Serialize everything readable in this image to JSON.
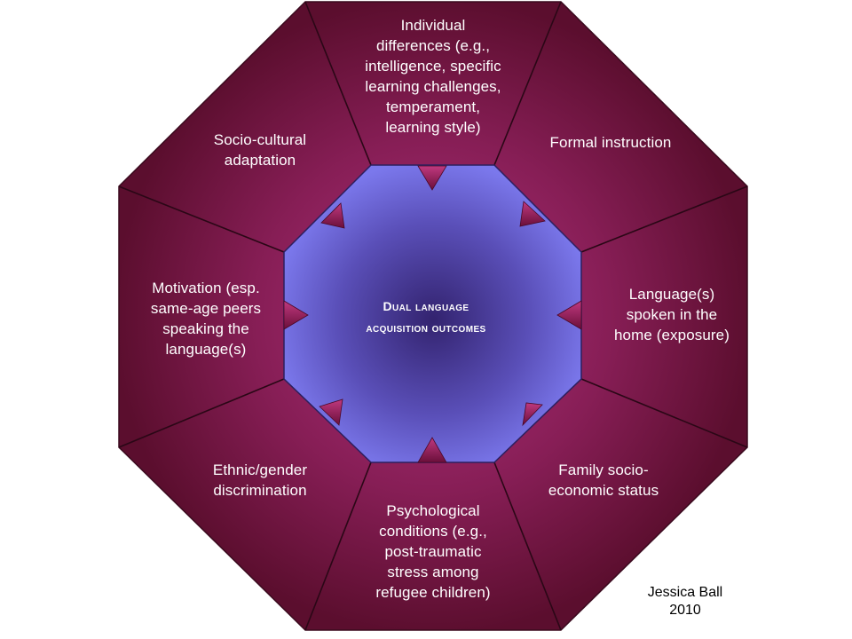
{
  "diagram": {
    "center_label": "Dual language\nacquisition outcomes",
    "factors": [
      {
        "id": "individual-differences",
        "text": "Individual\ndifferences (e.g.,\nintelligence, specific\nlearning challenges,\ntemperament,\nlearning style)"
      },
      {
        "id": "formal-instruction",
        "text": "Formal instruction"
      },
      {
        "id": "home-language",
        "text": "Language(s)\nspoken in the\nhome (exposure)"
      },
      {
        "id": "family-ses",
        "text": "Family socio-\neconomic status"
      },
      {
        "id": "psychological-conditions",
        "text": "Psychological\nconditions (e.g.,\npost-traumatic\nstress among\nrefugee children)"
      },
      {
        "id": "discrimination",
        "text": "Ethnic/gender\ndiscrimination"
      },
      {
        "id": "motivation",
        "text": "Motivation (esp.\nsame-age peers\nspeaking the\nlanguage(s)"
      },
      {
        "id": "socio-cultural",
        "text": "Socio-cultural\nadaptation"
      }
    ],
    "credit": "Jessica Ball\n2010",
    "colors": {
      "outer_dark": "#5b0e2e",
      "outer_mid": "#871e56",
      "outer_light": "#b0307c",
      "inner_light": "#7b78ec",
      "inner_dark": "#33236f",
      "arrow": "#7e1448"
    }
  }
}
